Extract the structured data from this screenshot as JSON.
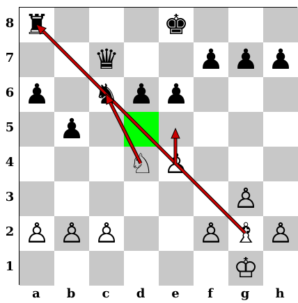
{
  "ranks": [
    "8",
    "7",
    "6",
    "5",
    "4",
    "3",
    "2",
    "1"
  ],
  "files": [
    "a",
    "b",
    "c",
    "d",
    "e",
    "f",
    "g",
    "h"
  ],
  "highlight_squares": [
    "d5"
  ],
  "pieces": [
    {
      "square": "a8",
      "glyph": "♜",
      "color": "black",
      "name": "rook"
    },
    {
      "square": "e8",
      "glyph": "♚",
      "color": "black",
      "name": "king"
    },
    {
      "square": "c7",
      "glyph": "♛",
      "color": "black",
      "name": "queen"
    },
    {
      "square": "f7",
      "glyph": "♟",
      "color": "black",
      "name": "pawn"
    },
    {
      "square": "g7",
      "glyph": "♟",
      "color": "black",
      "name": "pawn"
    },
    {
      "square": "h7",
      "glyph": "♟",
      "color": "black",
      "name": "pawn"
    },
    {
      "square": "a6",
      "glyph": "♟",
      "color": "black",
      "name": "pawn"
    },
    {
      "square": "c6",
      "glyph": "♞",
      "color": "black",
      "name": "knight"
    },
    {
      "square": "d6",
      "glyph": "♟",
      "color": "black",
      "name": "pawn"
    },
    {
      "square": "e6",
      "glyph": "♟",
      "color": "black",
      "name": "pawn"
    },
    {
      "square": "b5",
      "glyph": "♟",
      "color": "black",
      "name": "pawn"
    },
    {
      "square": "d4",
      "glyph": "♘",
      "color": "white",
      "name": "knight"
    },
    {
      "square": "e4",
      "glyph": "♙",
      "color": "white",
      "name": "pawn"
    },
    {
      "square": "g3",
      "glyph": "♙",
      "color": "white",
      "name": "pawn"
    },
    {
      "square": "a2",
      "glyph": "♙",
      "color": "white",
      "name": "pawn"
    },
    {
      "square": "b2",
      "glyph": "♙",
      "color": "white",
      "name": "pawn"
    },
    {
      "square": "c2",
      "glyph": "♙",
      "color": "white",
      "name": "pawn"
    },
    {
      "square": "f2",
      "glyph": "♙",
      "color": "white",
      "name": "pawn"
    },
    {
      "square": "g2",
      "glyph": "♗",
      "color": "white",
      "name": "bishop"
    },
    {
      "square": "h2",
      "glyph": "♙",
      "color": "white",
      "name": "pawn"
    },
    {
      "square": "g1",
      "glyph": "♔",
      "color": "white",
      "name": "king"
    }
  ],
  "arrows": [
    {
      "from": "g2",
      "to": "a8",
      "color": "#cc0000"
    },
    {
      "from": "d4",
      "to": "c6",
      "color": "#cc0000"
    },
    {
      "from": "e4",
      "to": "e5",
      "color": "#cc0000"
    }
  ],
  "colors": {
    "light": "#ffffff",
    "dark": "#c8c8c8",
    "highlight": "#00ff00",
    "arrow": "#cc0000"
  }
}
